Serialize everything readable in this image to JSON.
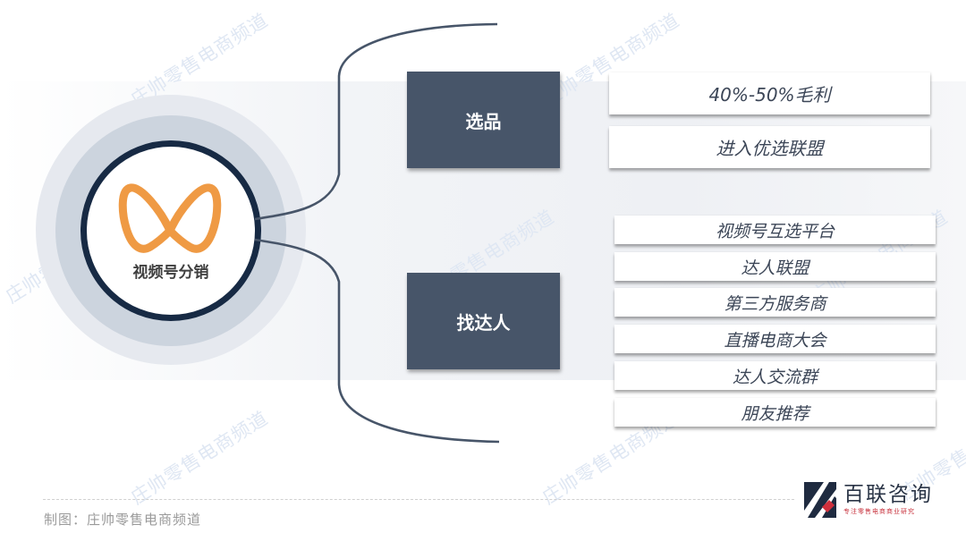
{
  "hub": {
    "label": "视频号分销",
    "logo_icon": "wechat-channels-logo",
    "logo_color": "#ef9a44",
    "border_color": "#172a44"
  },
  "categories": [
    {
      "label": "选品",
      "items": [
        "40%-50%毛利",
        "进入优选联盟"
      ]
    },
    {
      "label": "找达人",
      "items": [
        "视频号互选平台",
        "达人联盟",
        "第三方服务商",
        "直播电商大会",
        "达人交流群",
        "朋友推荐"
      ]
    }
  ],
  "colors": {
    "category_box": "#475569",
    "connector": "#475569",
    "item_text": "#3c4657"
  },
  "watermark": "庄帅零售电商频道",
  "footer": {
    "credit": "制图：庄帅零售电商频道"
  },
  "brand": {
    "name": "百联咨询",
    "tagline": "专注零售电商商业研究"
  }
}
